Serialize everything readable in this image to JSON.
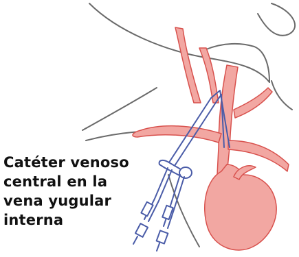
{
  "caption": {
    "lines": [
      "Catéter venoso",
      "central en la",
      "vena yugular",
      "interna"
    ]
  },
  "colors": {
    "vessel_fill": "#f2a7a2",
    "vessel_stroke": "#d8514d",
    "catheter_stroke": "#4a5ca8",
    "catheter_fill": "#ffffff",
    "outline": "#6a6a6a"
  }
}
